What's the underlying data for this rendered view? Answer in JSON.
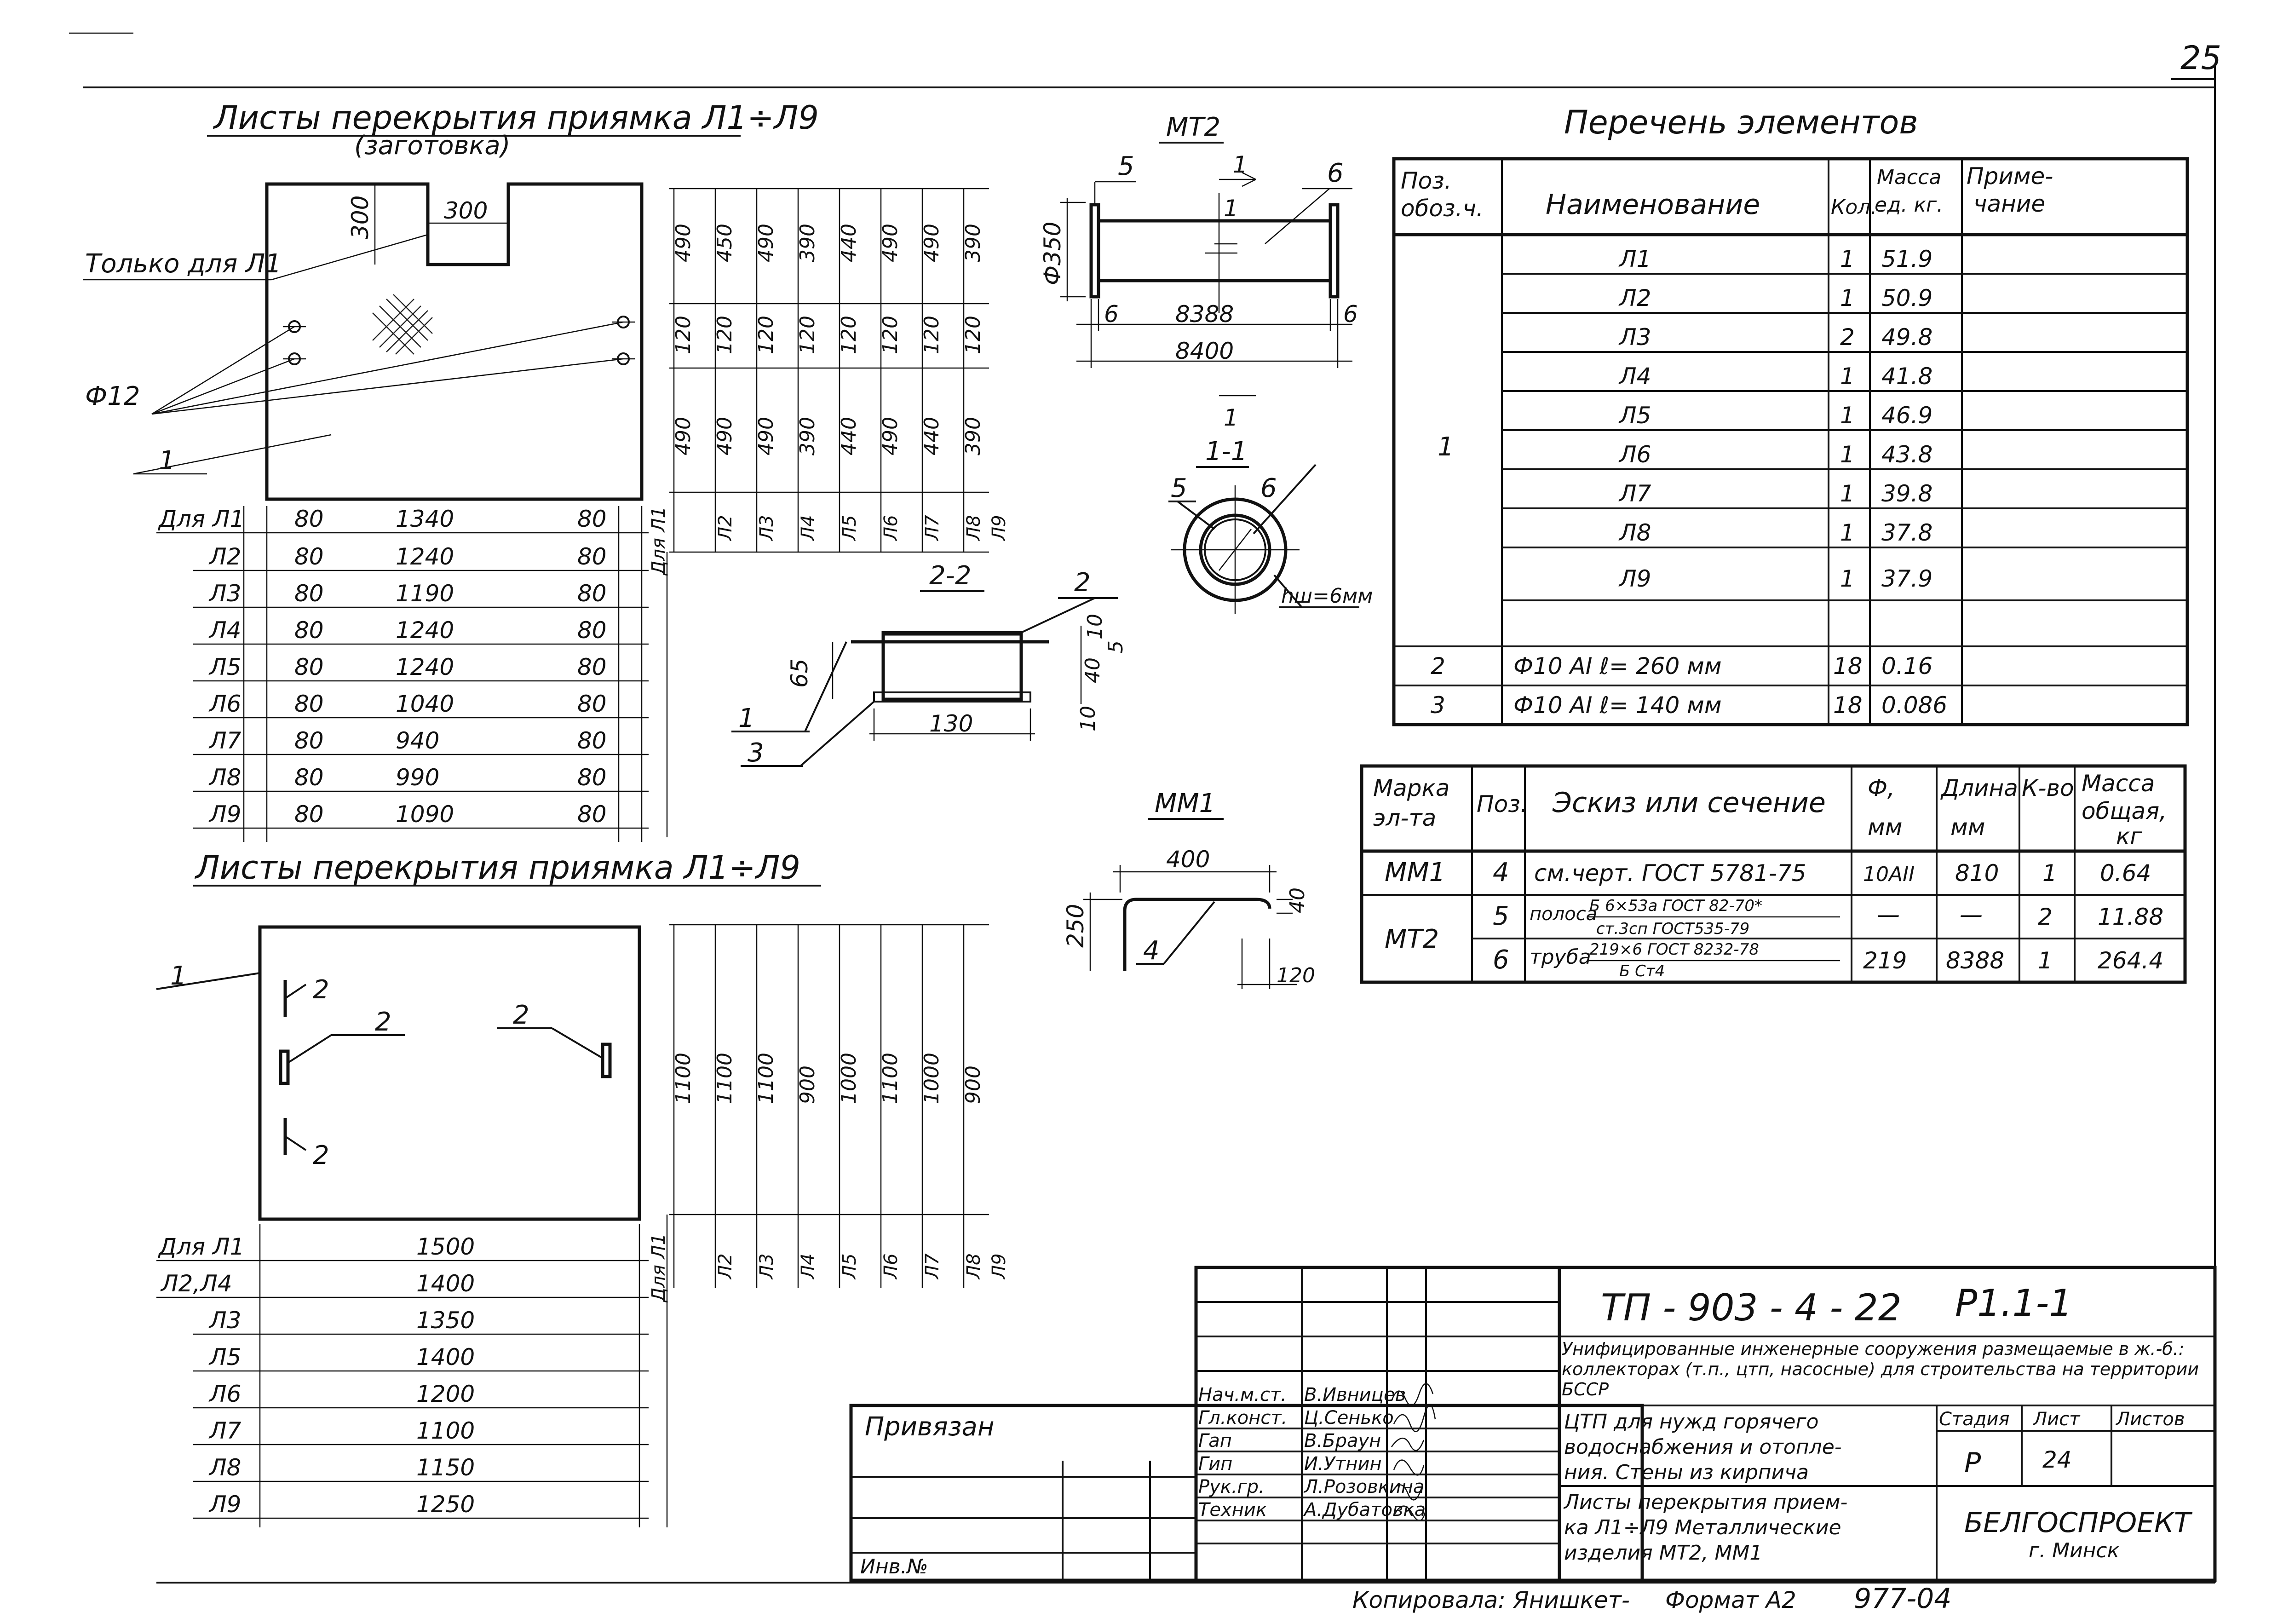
{
  "page_number": "25",
  "sheet1": {
    "title": "Листы перекрытия приямка Л1÷Л9",
    "subtitle": "(заготовка)",
    "notch_width": "300",
    "notch_depth": "300",
    "note": "Только для Л1",
    "hole_label": "Ф12",
    "pos_label": "1",
    "col_top": [
      "490",
      "450",
      "490",
      "390",
      "440",
      "490",
      "490",
      "390"
    ],
    "col_mid": [
      "120",
      "120",
      "120",
      "120",
      "120",
      "120",
      "120",
      "120"
    ],
    "col_bot": [
      "490",
      "490",
      "490",
      "390",
      "440",
      "490",
      "440",
      "390"
    ],
    "col_labels": [
      "Для Л1",
      "Л2",
      "Л3",
      "Л4",
      "Л5",
      "Л6",
      "Л7",
      "Л8",
      "Л9"
    ],
    "rows": [
      {
        "label": "Для Л1",
        "a": "80",
        "b": "1340",
        "c": "80"
      },
      {
        "label": "Л2",
        "a": "80",
        "b": "1240",
        "c": "80"
      },
      {
        "label": "Л3",
        "a": "80",
        "b": "1190",
        "c": "80"
      },
      {
        "label": "Л4",
        "a": "80",
        "b": "1240",
        "c": "80"
      },
      {
        "label": "Л5",
        "a": "80",
        "b": "1240",
        "c": "80"
      },
      {
        "label": "Л6",
        "a": "80",
        "b": "1040",
        "c": "80"
      },
      {
        "label": "Л7",
        "a": "80",
        "b": "940",
        "c": "80"
      },
      {
        "label": "Л8",
        "a": "80",
        "b": "990",
        "c": "80"
      },
      {
        "label": "Л9",
        "a": "80",
        "b": "1090",
        "c": "80"
      }
    ]
  },
  "sheet2": {
    "title": "Листы перекрытия приямка Л1÷Л9",
    "pos1": "1",
    "pos2a": "2",
    "pos2b": "2",
    "sec_a": "2",
    "sec_b": "2",
    "col_values": [
      "1100",
      "1100",
      "1100",
      "900",
      "1000",
      "1100",
      "1000",
      "900"
    ],
    "col_labels": [
      "Для Л1",
      "Л2",
      "Л3",
      "Л4",
      "Л5",
      "Л6",
      "Л7",
      "Л8",
      "Л9"
    ],
    "rows": [
      {
        "label": "Для Л1",
        "value": "1500"
      },
      {
        "label": "Л2,Л4",
        "value": "1400"
      },
      {
        "label": "Л3",
        "value": "1350"
      },
      {
        "label": "Л5",
        "value": "1400"
      },
      {
        "label": "Л6",
        "value": "1200"
      },
      {
        "label": "Л7",
        "value": "1100"
      },
      {
        "label": "Л8",
        "value": "1150"
      },
      {
        "label": "Л9",
        "value": "1250"
      }
    ]
  },
  "mt2": {
    "title": "МТ2",
    "pos5": "5",
    "pos1": "1",
    "pos6": "6",
    "diameter": "Ф350",
    "dim_inner": "8388",
    "dim_outer": "8400",
    "dim_left": "6",
    "dim_right": "6",
    "cut_mark": "1",
    "cut_mark_b": "1"
  },
  "section11": {
    "title": "1-1",
    "pos5": "5",
    "pos6": "6",
    "weld": "hш=6мм"
  },
  "section22": {
    "title": "2-2",
    "pos2": "2",
    "pos1": "1",
    "pos3": "3",
    "dim_height": "65",
    "dim_width": "130",
    "dim_r1": "10",
    "dim_r2": "40",
    "dim_r3": "5",
    "dim_r4": "10"
  },
  "mm1": {
    "title": "ММ1",
    "dim_length": "400",
    "dim_height": "250",
    "dim_hook": "40",
    "dim_hook_w": "120",
    "pos4": "4"
  },
  "elements_table": {
    "title": "Перечень элементов",
    "headers": {
      "pos": "Поз. обоз.ч.",
      "name": "Наименование",
      "qty": "Кол.",
      "mass": "Масса ед. кг.",
      "note": "Приме- чание"
    },
    "group_pos": "1",
    "rows": [
      {
        "name": "Л1",
        "qty": "1",
        "mass": "51.9"
      },
      {
        "name": "Л2",
        "qty": "1",
        "mass": "50.9"
      },
      {
        "name": "Л3",
        "qty": "2",
        "mass": "49.8"
      },
      {
        "name": "Л4",
        "qty": "1",
        "mass": "41.8"
      },
      {
        "name": "Л5",
        "qty": "1",
        "mass": "46.9"
      },
      {
        "name": "Л6",
        "qty": "1",
        "mass": "43.8"
      },
      {
        "name": "Л7",
        "qty": "1",
        "mass": "39.8"
      },
      {
        "name": "Л8",
        "qty": "1",
        "mass": "37.8"
      },
      {
        "name": "Л9",
        "qty": "1",
        "mass": "37.9"
      }
    ],
    "extra": [
      {
        "pos": "2",
        "name": "Ф10 АI  ℓ= 260 мм",
        "qty": "18",
        "mass": "0.16"
      },
      {
        "pos": "3",
        "name": "Ф10 АI  ℓ= 140 мм",
        "qty": "18",
        "mass": "0.086"
      }
    ]
  },
  "spec_table": {
    "headers": {
      "mark": "Марка эл-та",
      "pos": "Поз.",
      "sketch": "Эскиз или сечение",
      "dia": "Ф, мм",
      "length": "Длина мм",
      "qty": "К-во",
      "mass": "Масса общая, кг"
    },
    "rows": [
      {
        "mark": "ММ1",
        "pos": "4",
        "sketch": "см.черт. ГОСТ 5781-75",
        "dia": "10АII",
        "length": "810",
        "qty": "1",
        "mass": "0.64"
      },
      {
        "mark": "МТ2",
        "pos": "5",
        "sketch_prefix": "полоса",
        "sketch_num": "Б 6×53а ГОСТ 82-70*",
        "sketch_den": "ст.3сп ГОСТ535-79",
        "dia": "—",
        "length": "—",
        "qty": "2",
        "mass": "11.88"
      },
      {
        "mark": "",
        "pos": "6",
        "sketch_prefix": "труба",
        "sketch_num": "219×6 ГОСТ 8232-78",
        "sketch_den": "Б Ст4",
        "dia": "219",
        "length": "8388",
        "qty": "1",
        "mass": "264.4"
      }
    ]
  },
  "title_block": {
    "code": "ТП - 903 - 4 - 22",
    "sheet_code": "Р1.1-1",
    "description": "Унифицированные инженерные сооружения размещаемые в ж.-б.: коллекторах (т.п., цтп, насосные) для строительства на территории БССР",
    "subject_1": "ЦТП для нужд горячего",
    "subject_2": "водоснабжения и отопле-",
    "subject_3": "ния. Стены из кирпича",
    "drawing_1": "Листы перекрытия прием-",
    "drawing_2": "ка Л1÷Л9 Металлические",
    "drawing_3": "изделия МТ2, ММ1",
    "stage_label": "Стадия",
    "sheet_label": "Лист",
    "sheets_label": "Листов",
    "stage": "Р",
    "sheet": "24",
    "org": "БЕЛГОСПРОЕКТ",
    "city": "г. Минск",
    "bound": "Привязан",
    "inv": "Инв.№",
    "staff": [
      {
        "role": "Нач.м.ст.",
        "name": "В.Ивницев"
      },
      {
        "role": "Гл.конст.",
        "name": "Ц.Сенько"
      },
      {
        "role": "Гап",
        "name": "В.Браун"
      },
      {
        "role": "Гип",
        "name": "И.Утнин"
      },
      {
        "role": "Рук.гр.",
        "name": "Л.Розовкина"
      },
      {
        "role": "Техник",
        "name": "А.Дубатовка"
      }
    ],
    "copied": "Копировала: Янишкет-",
    "format": "Формат А2",
    "footer_code": "977-04"
  }
}
